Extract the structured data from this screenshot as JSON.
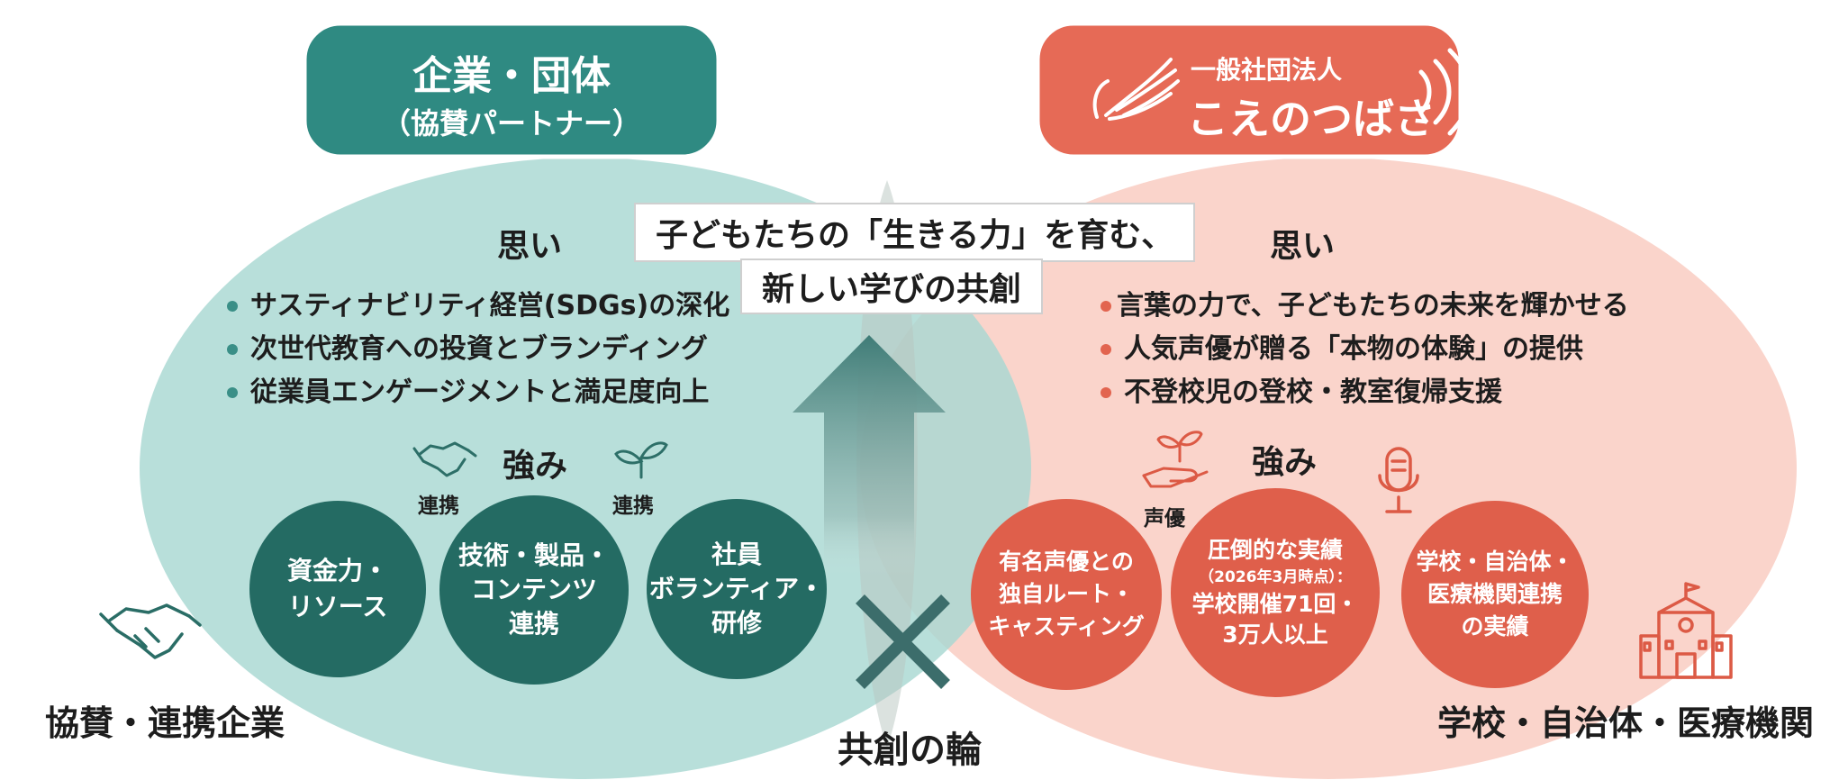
{
  "colors": {
    "teal_plaque": "#2f8a82",
    "teal_circle_bg": "#b9dfdb",
    "teal_dark": "#246b63",
    "teal_dot": "#3a8f87",
    "coral_plaque": "#e66a56",
    "coral_circle_bg": "#fad4cb",
    "coral_dark": "#df5f4b",
    "coral_dot": "#e2644f",
    "arrow": "#3f7c77",
    "cross": "#3c6d6b"
  },
  "left": {
    "plaque_title": "企業・団体",
    "plaque_subtitle": "（協賛パートナー）",
    "heading_thoughts": "思い",
    "bullets": [
      "サスティナビリティ経営(SDGs)の深化",
      "次世代教育への投資とブランディング",
      "従業員エンゲージメントと満足度向上"
    ],
    "heading_strengths": "強み",
    "link_label_1": "連携",
    "link_label_2": "連携",
    "strengths": [
      {
        "lines": [
          "資金力・",
          "リソース"
        ]
      },
      {
        "lines": [
          "技術・製品・",
          "コンテンツ",
          "連携"
        ]
      },
      {
        "lines": [
          "社員",
          "ボランティア・",
          "研修"
        ]
      }
    ],
    "bottom_label": "協賛・連携企業"
  },
  "right": {
    "plaque_org_type": "一般社団法人",
    "plaque_title": "こえのつばさ",
    "heading_thoughts": "思い",
    "bullets": [
      "言葉の力で、子どもたちの未来を輝かせる",
      "人気声優が贈る「本物の体験」の提供",
      "不登校児の登校・教室復帰支援"
    ],
    "heading_strengths": "強み",
    "voice_label": "声優",
    "strengths": [
      {
        "lines": [
          "有名声優との",
          "独自ルート・",
          "キャスティング"
        ]
      },
      {
        "lines": [
          "圧倒的な実績",
          "（2026年3月時点）：",
          "学校開催71回・",
          "3万人以上"
        ]
      },
      {
        "lines": [
          "学校・自治体・",
          "医療機関連携",
          "の実績"
        ]
      }
    ],
    "bottom_label": "学校・自治体・医療機関"
  },
  "center": {
    "message_line1": "子どもたちの「生きる力」を育む、",
    "message_line2": "新しい学びの共創",
    "cross_symbol": "×",
    "bottom_label": "共創の輪"
  },
  "icons": [
    "handshake-icon",
    "sprout-icon",
    "wing-icon",
    "sound-wave-icon",
    "hand-sprout-icon",
    "microphone-icon",
    "school-building-icon",
    "up-arrow-icon"
  ]
}
